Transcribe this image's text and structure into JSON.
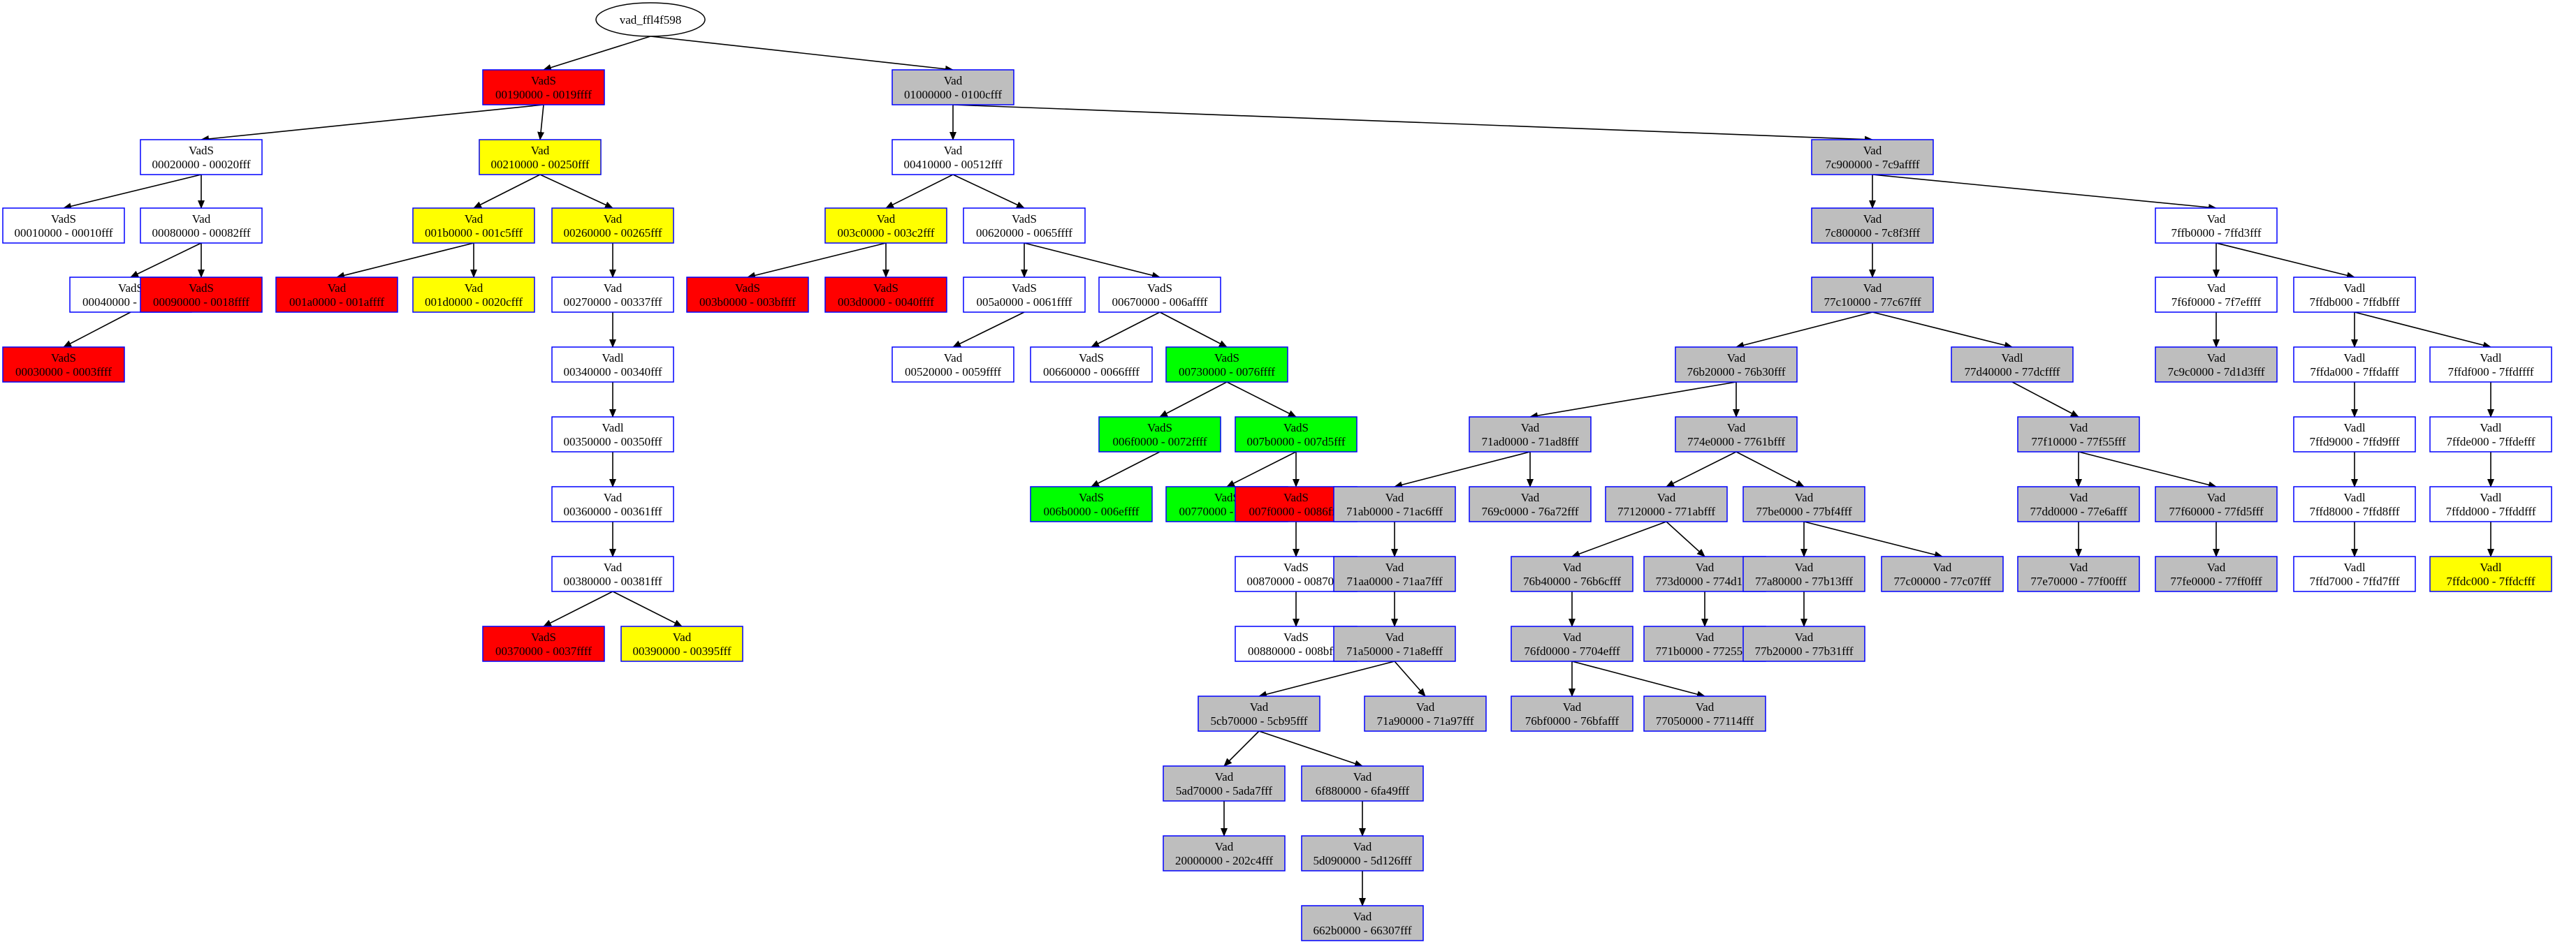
{
  "colors": {
    "white": "#ffffff",
    "red": "#ff0000",
    "yellow": "#ffff00",
    "green": "#00ff00",
    "gray": "#bebebe",
    "node_border": "#0000ff",
    "edge": "#000000"
  },
  "root": {
    "id": "root",
    "label": "vad_ffl4f598"
  },
  "nodes": [
    {
      "id": "n1",
      "type": "VadS",
      "range": "00190000 - 0019ffff",
      "color": "red"
    },
    {
      "id": "n2",
      "type": "Vad",
      "range": "01000000 - 0100cfff",
      "color": "gray"
    },
    {
      "id": "n3",
      "type": "VadS",
      "range": "00020000 - 00020fff",
      "color": "white"
    },
    {
      "id": "n4",
      "type": "Vad",
      "range": "00210000 - 00250fff",
      "color": "yellow"
    },
    {
      "id": "n5",
      "type": "VadS",
      "range": "00010000 - 00010fff",
      "color": "white"
    },
    {
      "id": "n6",
      "type": "Vad",
      "range": "00080000 - 00082fff",
      "color": "white"
    },
    {
      "id": "n7",
      "type": "VadS",
      "range": "00040000 - 0007ffff",
      "color": "white"
    },
    {
      "id": "n8",
      "type": "VadS",
      "range": "00090000 - 0018ffff",
      "color": "red"
    },
    {
      "id": "n9",
      "type": "VadS",
      "range": "00030000 - 0003ffff",
      "color": "red"
    },
    {
      "id": "n10",
      "type": "Vad",
      "range": "001b0000 - 001c5fff",
      "color": "yellow"
    },
    {
      "id": "n11",
      "type": "Vad",
      "range": "00260000 - 00265fff",
      "color": "yellow"
    },
    {
      "id": "n12",
      "type": "Vad",
      "range": "001a0000 - 001affff",
      "color": "red"
    },
    {
      "id": "n13",
      "type": "Vad",
      "range": "001d0000 - 0020cfff",
      "color": "yellow"
    },
    {
      "id": "n14",
      "type": "Vad",
      "range": "00270000 - 00337fff",
      "color": "white"
    },
    {
      "id": "n15",
      "type": "Vadl",
      "range": "00340000 - 00340fff",
      "color": "white"
    },
    {
      "id": "n16",
      "type": "Vadl",
      "range": "00350000 - 00350fff",
      "color": "white"
    },
    {
      "id": "n17",
      "type": "Vad",
      "range": "00360000 - 00361fff",
      "color": "white"
    },
    {
      "id": "n18",
      "type": "Vad",
      "range": "00380000 - 00381fff",
      "color": "white"
    },
    {
      "id": "n19",
      "type": "VadS",
      "range": "00370000 - 0037ffff",
      "color": "red"
    },
    {
      "id": "n20",
      "type": "Vad",
      "range": "00390000 - 00395fff",
      "color": "yellow"
    },
    {
      "id": "n21",
      "type": "Vad",
      "range": "00410000 - 00512fff",
      "color": "white"
    },
    {
      "id": "n22",
      "type": "Vad",
      "range": "003c0000 - 003c2fff",
      "color": "yellow"
    },
    {
      "id": "n23",
      "type": "VadS",
      "range": "00620000 - 0065ffff",
      "color": "white"
    },
    {
      "id": "n24",
      "type": "VadS",
      "range": "003b0000 - 003bffff",
      "color": "red"
    },
    {
      "id": "n25",
      "type": "VadS",
      "range": "003d0000 - 0040ffff",
      "color": "red"
    },
    {
      "id": "n26",
      "type": "VadS",
      "range": "005a0000 - 0061ffff",
      "color": "white"
    },
    {
      "id": "n27",
      "type": "VadS",
      "range": "00670000 - 006affff",
      "color": "white"
    },
    {
      "id": "n28",
      "type": "Vad",
      "range": "00520000 - 0059ffff",
      "color": "white"
    },
    {
      "id": "n29",
      "type": "VadS",
      "range": "00660000 - 0066ffff",
      "color": "white"
    },
    {
      "id": "n30",
      "type": "VadS",
      "range": "00730000 - 0076ffff",
      "color": "green"
    },
    {
      "id": "n31",
      "type": "VadS",
      "range": "006f0000 - 0072ffff",
      "color": "green"
    },
    {
      "id": "n32",
      "type": "VadS",
      "range": "007b0000 - 007d5fff",
      "color": "green"
    },
    {
      "id": "n33",
      "type": "VadS",
      "range": "006b0000 - 006effff",
      "color": "green"
    },
    {
      "id": "n34",
      "type": "VadS",
      "range": "00770000 - 007affff",
      "color": "green"
    },
    {
      "id": "n35",
      "type": "VadS",
      "range": "007f0000 - 0086ffff",
      "color": "red"
    },
    {
      "id": "n36",
      "type": "VadS",
      "range": "00870000 - 00870fff",
      "color": "white"
    },
    {
      "id": "n37",
      "type": "VadS",
      "range": "00880000 - 008bffff",
      "color": "white"
    },
    {
      "id": "n38",
      "type": "Vad",
      "range": "7c900000 - 7c9affff",
      "color": "gray"
    },
    {
      "id": "n39",
      "type": "Vad",
      "range": "7c800000 - 7c8f3fff",
      "color": "gray"
    },
    {
      "id": "n40",
      "type": "Vad",
      "range": "7ffb0000 - 7ffd3fff",
      "color": "white"
    },
    {
      "id": "n41",
      "type": "Vad",
      "range": "77c10000 - 77c67fff",
      "color": "gray"
    },
    {
      "id": "n42",
      "type": "Vad",
      "range": "76b20000 - 76b30fff",
      "color": "gray"
    },
    {
      "id": "n43",
      "type": "Vadl",
      "range": "77d40000 - 77dcffff",
      "color": "gray"
    },
    {
      "id": "n44",
      "type": "Vad",
      "range": "71ad0000 - 71ad8fff",
      "color": "gray"
    },
    {
      "id": "n45",
      "type": "Vad",
      "range": "774e0000 - 7761bfff",
      "color": "gray"
    },
    {
      "id": "n46",
      "type": "Vad",
      "range": "71ab0000 - 71ac6fff",
      "color": "gray"
    },
    {
      "id": "n47",
      "type": "Vad",
      "range": "769c0000 - 76a72fff",
      "color": "gray"
    },
    {
      "id": "n48",
      "type": "Vad",
      "range": "71aa0000 - 71aa7fff",
      "color": "gray"
    },
    {
      "id": "n49",
      "type": "Vad",
      "range": "71a50000 - 71a8efff",
      "color": "gray"
    },
    {
      "id": "n50",
      "type": "Vad",
      "range": "5cb70000 - 5cb95fff",
      "color": "gray"
    },
    {
      "id": "n51",
      "type": "Vad",
      "range": "71a90000 - 71a97fff",
      "color": "gray"
    },
    {
      "id": "n52",
      "type": "Vad",
      "range": "5ad70000 - 5ada7fff",
      "color": "gray"
    },
    {
      "id": "n53",
      "type": "Vad",
      "range": "6f880000 - 6fa49fff",
      "color": "gray"
    },
    {
      "id": "n54",
      "type": "Vad",
      "range": "20000000 - 202c4fff",
      "color": "gray"
    },
    {
      "id": "n55",
      "type": "Vad",
      "range": "5d090000 - 5d126fff",
      "color": "gray"
    },
    {
      "id": "n56",
      "type": "Vad",
      "range": "662b0000 - 66307fff",
      "color": "gray"
    },
    {
      "id": "n57",
      "type": "Vad",
      "range": "77120000 - 771abfff",
      "color": "gray"
    },
    {
      "id": "n58",
      "type": "Vad",
      "range": "77be0000 - 77bf4fff",
      "color": "gray"
    },
    {
      "id": "n59",
      "type": "Vad",
      "range": "76b40000 - 76b6cfff",
      "color": "gray"
    },
    {
      "id": "n60",
      "type": "Vad",
      "range": "773d0000 - 774d1fff",
      "color": "gray"
    },
    {
      "id": "n61",
      "type": "Vad",
      "range": "76fd0000 - 7704efff",
      "color": "gray"
    },
    {
      "id": "n62",
      "type": "Vad",
      "range": "771b0000 - 77255fff",
      "color": "gray"
    },
    {
      "id": "n63",
      "type": "Vad",
      "range": "76bf0000 - 76bfafff",
      "color": "gray"
    },
    {
      "id": "n64",
      "type": "Vad",
      "range": "77050000 - 77114fff",
      "color": "gray"
    },
    {
      "id": "n65",
      "type": "Vad",
      "range": "77a80000 - 77b13fff",
      "color": "gray"
    },
    {
      "id": "n66",
      "type": "Vad",
      "range": "77c00000 - 77c07fff",
      "color": "gray"
    },
    {
      "id": "n67",
      "type": "Vad",
      "range": "77b20000 - 77b31fff",
      "color": "gray"
    },
    {
      "id": "n68",
      "type": "Vad",
      "range": "77f10000 - 77f55fff",
      "color": "gray"
    },
    {
      "id": "n69",
      "type": "Vad",
      "range": "77dd0000 - 77e6afff",
      "color": "gray"
    },
    {
      "id": "n70",
      "type": "Vad",
      "range": "77f60000 - 77fd5fff",
      "color": "gray"
    },
    {
      "id": "n71",
      "type": "Vad",
      "range": "77e70000 - 77f00fff",
      "color": "gray"
    },
    {
      "id": "n72",
      "type": "Vad",
      "range": "77fe0000 - 77ff0fff",
      "color": "gray"
    },
    {
      "id": "n73",
      "type": "Vad",
      "range": "7f6f0000 - 7f7effff",
      "color": "white"
    },
    {
      "id": "n74",
      "type": "Vadl",
      "range": "7ffdb000 - 7ffdbfff",
      "color": "white"
    },
    {
      "id": "n75",
      "type": "Vad",
      "range": "7c9c0000 - 7d1d3fff",
      "color": "gray"
    },
    {
      "id": "n76",
      "type": "Vadl",
      "range": "7ffda000 - 7ffdafff",
      "color": "white"
    },
    {
      "id": "n77",
      "type": "Vadl",
      "range": "7ffdf000 - 7ffdffff",
      "color": "white"
    },
    {
      "id": "n78",
      "type": "Vadl",
      "range": "7ffd9000 - 7ffd9fff",
      "color": "white"
    },
    {
      "id": "n79",
      "type": "Vadl",
      "range": "7ffde000 - 7ffdefff",
      "color": "white"
    },
    {
      "id": "n80",
      "type": "Vadl",
      "range": "7ffd8000 - 7ffd8fff",
      "color": "white"
    },
    {
      "id": "n81",
      "type": "Vadl",
      "range": "7ffdd000 - 7ffddfff",
      "color": "white"
    },
    {
      "id": "n82",
      "type": "Vadl",
      "range": "7ffd7000 - 7ffd7fff",
      "color": "white"
    },
    {
      "id": "n83",
      "type": "Vadl",
      "range": "7ffdc000 - 7ffdcfff",
      "color": "yellow"
    }
  ],
  "edges": [
    [
      "root",
      "n1"
    ],
    [
      "root",
      "n2"
    ],
    [
      "n1",
      "n3"
    ],
    [
      "n1",
      "n4"
    ],
    [
      "n3",
      "n5"
    ],
    [
      "n3",
      "n6"
    ],
    [
      "n6",
      "n7"
    ],
    [
      "n6",
      "n8"
    ],
    [
      "n7",
      "n9"
    ],
    [
      "n4",
      "n10"
    ],
    [
      "n4",
      "n11"
    ],
    [
      "n10",
      "n12"
    ],
    [
      "n10",
      "n13"
    ],
    [
      "n11",
      "n14"
    ],
    [
      "n14",
      "n15"
    ],
    [
      "n15",
      "n16"
    ],
    [
      "n16",
      "n17"
    ],
    [
      "n17",
      "n18"
    ],
    [
      "n18",
      "n19"
    ],
    [
      "n18",
      "n20"
    ],
    [
      "n2",
      "n21"
    ],
    [
      "n2",
      "n38"
    ],
    [
      "n21",
      "n22"
    ],
    [
      "n21",
      "n23"
    ],
    [
      "n22",
      "n24"
    ],
    [
      "n22",
      "n25"
    ],
    [
      "n23",
      "n26"
    ],
    [
      "n23",
      "n27"
    ],
    [
      "n26",
      "n28"
    ],
    [
      "n27",
      "n29"
    ],
    [
      "n27",
      "n30"
    ],
    [
      "n30",
      "n31"
    ],
    [
      "n30",
      "n32"
    ],
    [
      "n31",
      "n33"
    ],
    [
      "n32",
      "n34"
    ],
    [
      "n32",
      "n35"
    ],
    [
      "n35",
      "n36"
    ],
    [
      "n36",
      "n37"
    ],
    [
      "n38",
      "n39"
    ],
    [
      "n38",
      "n40"
    ],
    [
      "n39",
      "n41"
    ],
    [
      "n41",
      "n42"
    ],
    [
      "n41",
      "n43"
    ],
    [
      "n42",
      "n44"
    ],
    [
      "n42",
      "n45"
    ],
    [
      "n44",
      "n46"
    ],
    [
      "n44",
      "n47"
    ],
    [
      "n46",
      "n48"
    ],
    [
      "n48",
      "n49"
    ],
    [
      "n49",
      "n50"
    ],
    [
      "n49",
      "n51"
    ],
    [
      "n50",
      "n52"
    ],
    [
      "n50",
      "n53"
    ],
    [
      "n52",
      "n54"
    ],
    [
      "n53",
      "n55"
    ],
    [
      "n55",
      "n56"
    ],
    [
      "n45",
      "n57"
    ],
    [
      "n45",
      "n58"
    ],
    [
      "n57",
      "n59"
    ],
    [
      "n57",
      "n60"
    ],
    [
      "n59",
      "n61"
    ],
    [
      "n61",
      "n63"
    ],
    [
      "n61",
      "n64"
    ],
    [
      "n60",
      "n62"
    ],
    [
      "n58",
      "n65"
    ],
    [
      "n58",
      "n66"
    ],
    [
      "n65",
      "n67"
    ],
    [
      "n43",
      "n68"
    ],
    [
      "n68",
      "n69"
    ],
    [
      "n68",
      "n70"
    ],
    [
      "n69",
      "n71"
    ],
    [
      "n70",
      "n72"
    ],
    [
      "n40",
      "n73"
    ],
    [
      "n40",
      "n74"
    ],
    [
      "n73",
      "n75"
    ],
    [
      "n74",
      "n76"
    ],
    [
      "n74",
      "n77"
    ],
    [
      "n76",
      "n78"
    ],
    [
      "n78",
      "n80"
    ],
    [
      "n80",
      "n82"
    ],
    [
      "n77",
      "n79"
    ],
    [
      "n79",
      "n81"
    ],
    [
      "n81",
      "n83"
    ]
  ]
}
